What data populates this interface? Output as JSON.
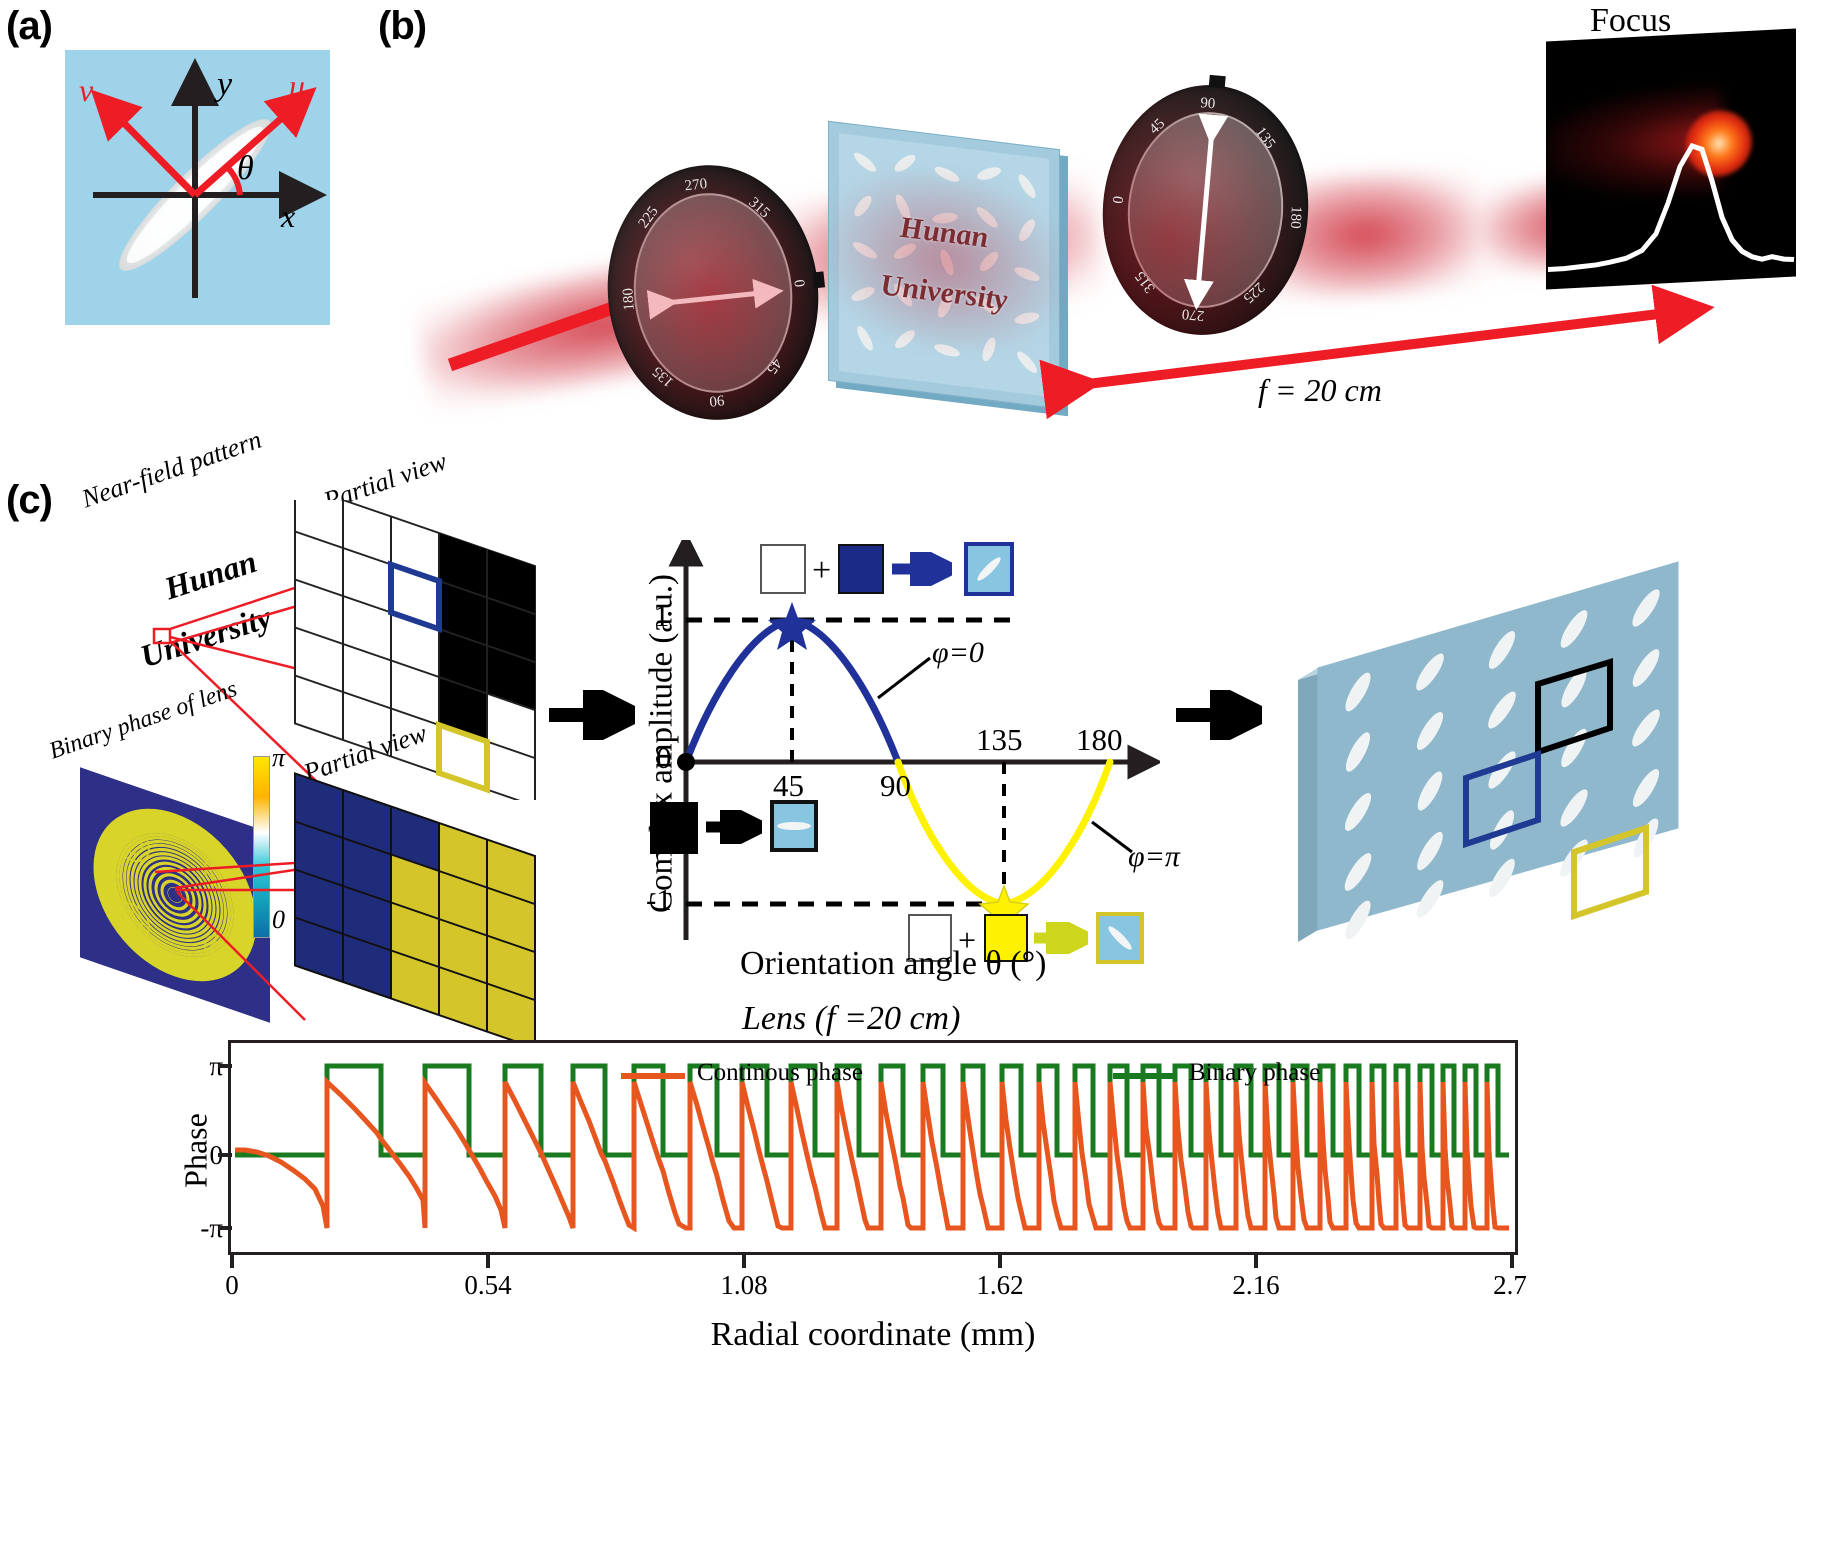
{
  "figure": {
    "panels": [
      {
        "id": "a",
        "label": "(a)"
      },
      {
        "id": "b",
        "label": "(b)"
      },
      {
        "id": "c",
        "label": "(c)"
      }
    ]
  },
  "panel_a": {
    "axis_x": "x",
    "axis_y": "y",
    "axis_u": "u",
    "axis_v": "v",
    "angle_symbol": "θ",
    "background_color": "#9ed3ea",
    "arrow_color": "#ee1c25"
  },
  "panel_b": {
    "focus_label": "Focus",
    "focal_length": "f = 20 cm",
    "metasurface_text_line1": "Hunan",
    "metasurface_text_line2": "University",
    "polarizer1_ticks": [
      "0",
      "45",
      "90",
      "135",
      "180",
      "225",
      "270",
      "315"
    ],
    "polarizer2_ticks": [
      "0",
      "45",
      "90",
      "135",
      "180",
      "225",
      "270",
      "315"
    ],
    "beam_color": "#c8141f",
    "plate_color": "#9fc9dc"
  },
  "panel_c": {
    "near_field_label": "Near-field pattern",
    "near_field_text_line1": "Hunan",
    "near_field_text_line2": "University",
    "partial_view_top_label": "Partial view",
    "partial_view_bottom_label": "Partial view",
    "binary_phase_label": "Binary phase of lens",
    "colorbar_top": "π",
    "colorbar_bottom": "0",
    "box_blue_color": "#1f3a93",
    "box_yellow_color": "#d4c52a",
    "box_black_color": "#000000"
  },
  "chart_data": [
    {
      "id": "complex-amplitude",
      "type": "line",
      "title": "",
      "xlabel": "Orientation angle θ (°)",
      "ylabel": "Complex amplitude (a.u.)",
      "xticks": [
        "0",
        "45",
        "90",
        "135",
        "180"
      ],
      "xtick_values": [
        0,
        45,
        90,
        135,
        180
      ],
      "yticks": [
        "1",
        "0",
        "-1"
      ],
      "ytick_values": [
        1,
        0,
        -1
      ],
      "xlim": [
        0,
        190
      ],
      "ylim": [
        -1.35,
        1.35
      ],
      "grid": false,
      "series": [
        {
          "name": "φ=0",
          "color": "#20329a",
          "x_range": [
            0,
            90
          ],
          "marker": {
            "x": 45,
            "y": 1,
            "shape": "star"
          },
          "formula": "sin(2θ)",
          "values_note": "0 at 0°, +1 at 45°, 0 at 90°"
        },
        {
          "name": "φ=π",
          "color": "#fff200",
          "x_range": [
            90,
            180
          ],
          "marker": {
            "x": 135,
            "y": -1,
            "shape": "star"
          },
          "formula": "sin(2θ)",
          "values_note": "0 at 90°, -1 at 135°, 0 at 180°"
        }
      ],
      "annotations": [
        {
          "text": "φ=0",
          "x": 100,
          "y": 0.45
        },
        {
          "text": "φ=π",
          "x": 168,
          "y": -0.55
        }
      ],
      "legend_position": "inline-callout",
      "inset_top": {
        "op": "+",
        "left_fill": "#ffffff",
        "right_fill": "#1b2a87",
        "arrow_color": "#20329a",
        "result_tile_bg": "#87c5e0",
        "result_tile_border": "#20329a",
        "rod_angle_deg": -45
      },
      "inset_left": {
        "op": "→",
        "left_fill": "#000000",
        "arrow_color": "#000000",
        "result_tile_bg": "#87c5e0",
        "result_tile_border": "#000000",
        "rod_angle_deg": 0
      },
      "inset_bottom": {
        "op": "+",
        "left_fill": "#ffffff",
        "right_fill": "#fff200",
        "arrow_color": "#cdd61d",
        "result_tile_bg": "#87c5e0",
        "result_tile_border": "#d4c52a",
        "rod_angle_deg": 45
      }
    },
    {
      "id": "lens-phase-profile",
      "type": "line",
      "title": "Lens (f =20 cm)",
      "xlabel": "Radial coordinate (mm)",
      "ylabel": "Phase",
      "xticks": [
        "0",
        "0.54",
        "1.08",
        "1.62",
        "2.16",
        "2.7"
      ],
      "xtick_values": [
        0,
        0.54,
        1.08,
        1.62,
        2.16,
        2.7
      ],
      "yticks": [
        "π",
        "0",
        "-π"
      ],
      "ytick_values": [
        3.14159,
        0,
        -3.14159
      ],
      "xlim": [
        0,
        2.7
      ],
      "ylim": [
        -3.14159,
        3.14159
      ],
      "grid": false,
      "legend_position": "top-inside",
      "series": [
        {
          "name": "Continous phase",
          "color": "#e8561f",
          "description": "Wrapped hyperbolic lens phase, sawtooth decreasing from 0 to -π with wraps; period shrinks with radius",
          "wrap_count": 31
        },
        {
          "name": "Binary phase",
          "color": "#1a7a1f",
          "description": "Binarized square wave between 0 and π tracking the continuous phase sign",
          "levels": [
            0,
            3.14159
          ],
          "wrap_count": 31
        }
      ]
    }
  ],
  "panel_c_right": {
    "highlight_boxes": [
      "black",
      "blue",
      "yellow"
    ],
    "plate_color": "#8fb8cc"
  },
  "arrows": {
    "flow_arrow_1": "→",
    "flow_arrow_2": "→"
  }
}
